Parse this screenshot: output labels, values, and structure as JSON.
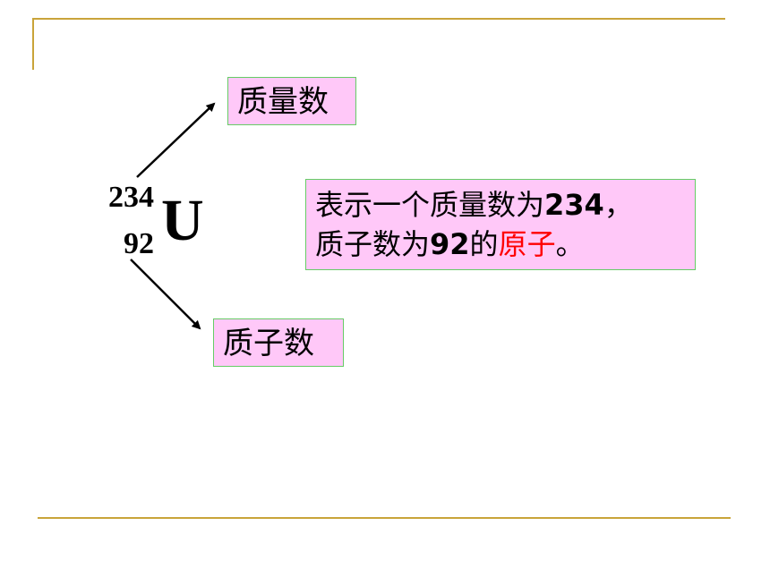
{
  "nuclide": {
    "mass_number": "234",
    "atomic_number": "92",
    "symbol": "U"
  },
  "labels": {
    "mass_number_label": "质量数",
    "proton_number_label": "质子数"
  },
  "info": {
    "line1_text": "表示一个质量数为",
    "line1_number": "234",
    "line1_punct": "，",
    "line2_text": "质子数为",
    "line2_number": "92",
    "line2_of": "的",
    "line2_highlight": "原子",
    "line2_end": "。"
  },
  "colors": {
    "box_fill": "#ffc8f8",
    "box_border": "#66cc66",
    "rule": "#c9a43a",
    "highlight": "#ff0000"
  }
}
